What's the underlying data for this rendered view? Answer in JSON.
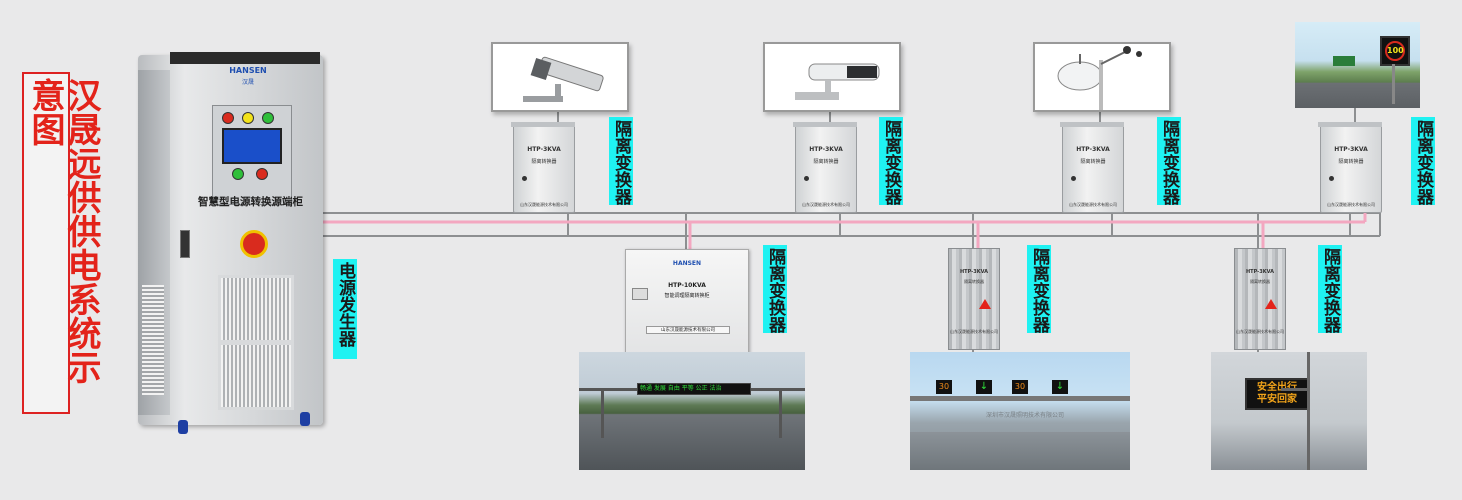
{
  "title": "汉晟远供供电系统示意图",
  "cabinet": {
    "brand": "HANSEN",
    "brand_sub": "汉晟",
    "name": "智慧型电源转换源端柜"
  },
  "generator_label": "电源发生器",
  "transformer_label": "隔离变换器",
  "small_transformer": {
    "model": "HTP-3KVA",
    "name": "隔离转换器",
    "company": "山东汉晟能源技术有限公司"
  },
  "big_transformer": {
    "brand": "HANSEN",
    "model": "HTP-10KVA",
    "name": "智能调理隔离转换柜",
    "company": "山东汉晟能源技术有限公司"
  },
  "stainless_transformer": {
    "model": "HTP-3KVA",
    "name": "隔离转换器",
    "company": "山东汉晟能源技术有限公司"
  },
  "devices": {
    "speed_sign": "100"
  },
  "photos": {
    "gantry_text": "畅通  发展  自由  平等  公正  法治",
    "speed_left": "30",
    "speed_right": "30",
    "watermark": "深圳市汉晟照明技术有限公司",
    "vms_line1": "安全出行",
    "vms_line2": "平安回家"
  },
  "colors": {
    "title_red": "#e3231a",
    "label_cyan": "#1ff2f2",
    "wire_gray": "#8d8f91",
    "wire_pink": "#f3a7c0"
  }
}
